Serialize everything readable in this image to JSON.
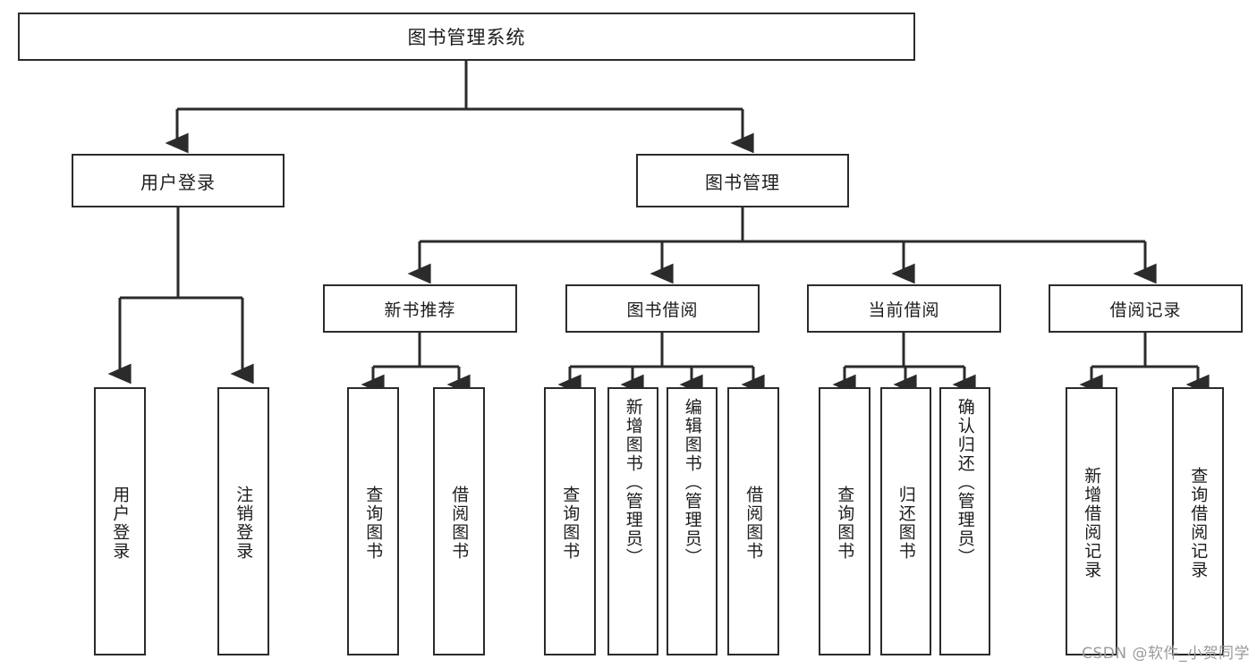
{
  "diagram": {
    "type": "tree-hierarchy-chart",
    "title": "图书管理系统",
    "watermark": "CSDN @软件_小贺同学",
    "style": {
      "background": "#ffffff",
      "border_color": "#2b2b2b",
      "text_color": "#1d1d1d",
      "watermark_color": "#9a9a9a"
    },
    "root": {
      "label": "图书管理系统"
    },
    "level1": [
      {
        "label": "用户登录"
      },
      {
        "label": "图书管理"
      }
    ],
    "level2": [
      {
        "label": "新书推荐"
      },
      {
        "label": "图书借阅"
      },
      {
        "label": "当前借阅"
      },
      {
        "label": "借阅记录"
      }
    ],
    "leaves": {
      "user_login": [
        {
          "label": "用户登录"
        },
        {
          "label": "注销登录"
        }
      ],
      "new_book_recommend": [
        {
          "label": "查询图书"
        },
        {
          "label": "借阅图书"
        }
      ],
      "book_borrow": [
        {
          "label": "查询图书"
        },
        {
          "label": "新增图书（管理员）"
        },
        {
          "label": "编辑图书（管理员）"
        },
        {
          "label": "借阅图书"
        }
      ],
      "current_borrow": [
        {
          "label": "查询图书"
        },
        {
          "label": "归还图书"
        },
        {
          "label": "确认归还（管理员）"
        }
      ],
      "borrow_record": [
        {
          "label": "新增借阅记录"
        },
        {
          "label": "查询借阅记录"
        }
      ]
    }
  }
}
